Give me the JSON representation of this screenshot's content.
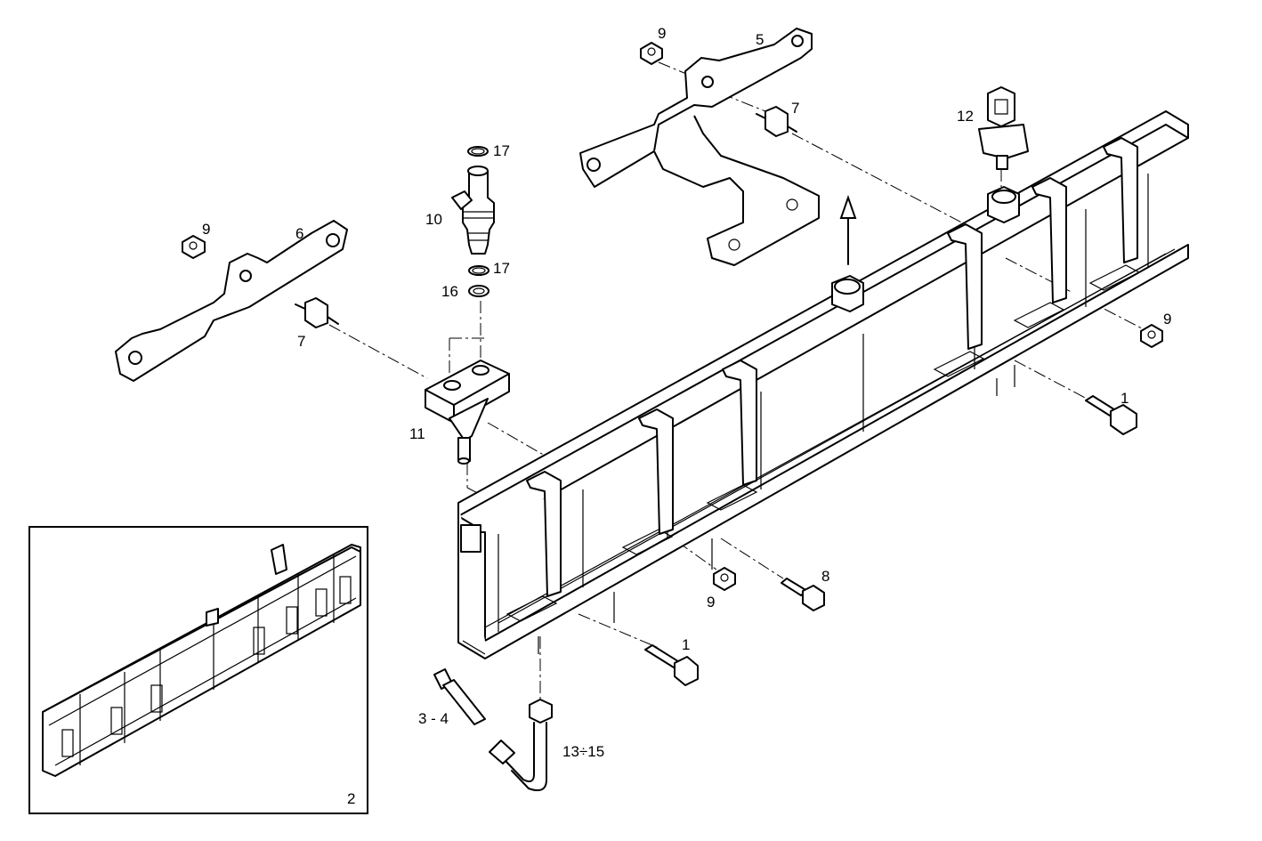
{
  "callouts": {
    "c1a": "1",
    "c1b": "1",
    "c2": "2",
    "c3_4": "3 - 4",
    "c5": "5",
    "c6": "6",
    "c7a": "7",
    "c7b": "7",
    "c8": "8",
    "c9a": "9",
    "c9b": "9",
    "c9c": "9",
    "c9d": "9",
    "c10": "10",
    "c11": "11",
    "c12": "12",
    "c13_15": "13÷15",
    "c16": "16",
    "c17a": "17",
    "c17b": "17"
  }
}
